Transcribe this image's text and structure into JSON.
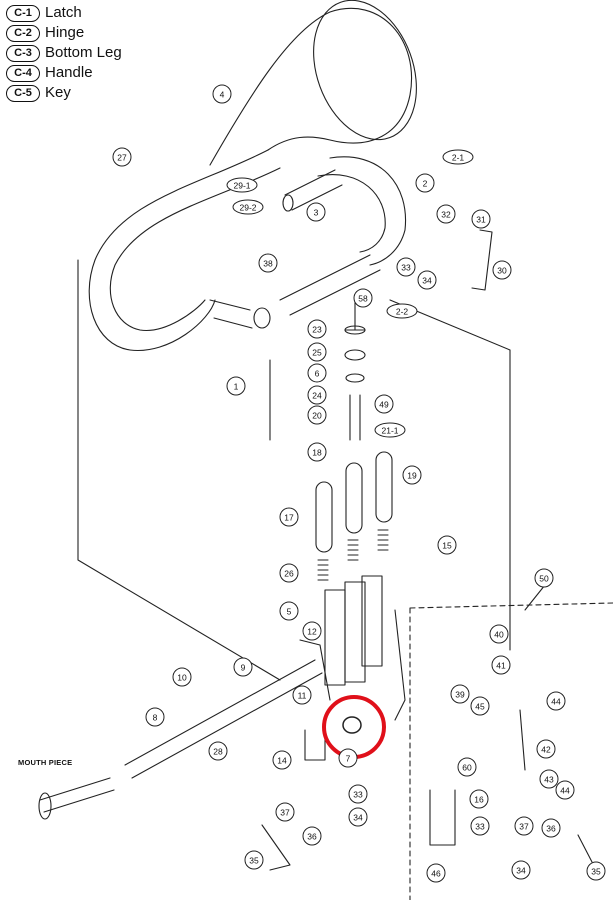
{
  "legend": [
    {
      "code": "C-1",
      "label": "Latch"
    },
    {
      "code": "C-2",
      "label": "Hinge"
    },
    {
      "code": "C-3",
      "label": "Bottom Leg"
    },
    {
      "code": "C-4",
      "label": "Handle"
    },
    {
      "code": "C-5",
      "label": "Key"
    }
  ],
  "mouthpiece_label": "MOUTH PIECE",
  "callouts": [
    "4",
    "27",
    "29-1",
    "29-2",
    "3",
    "2",
    "2-1",
    "32",
    "31",
    "33",
    "34",
    "30",
    "38",
    "2-2",
    "58",
    "23",
    "25",
    "6",
    "24",
    "1",
    "20",
    "49",
    "21-1",
    "18",
    "19",
    "17",
    "15",
    "26",
    "50",
    "5",
    "12",
    "40",
    "41",
    "10",
    "9",
    "39",
    "45",
    "44",
    "11",
    "42",
    "8",
    "28",
    "14",
    "7",
    "60",
    "43",
    "44",
    "33",
    "16",
    "37",
    "36",
    "34",
    "33",
    "37",
    "36",
    "35",
    "34",
    "46",
    "35"
  ],
  "colors": {
    "line": "#222222",
    "highlight": "#e0101a"
  }
}
